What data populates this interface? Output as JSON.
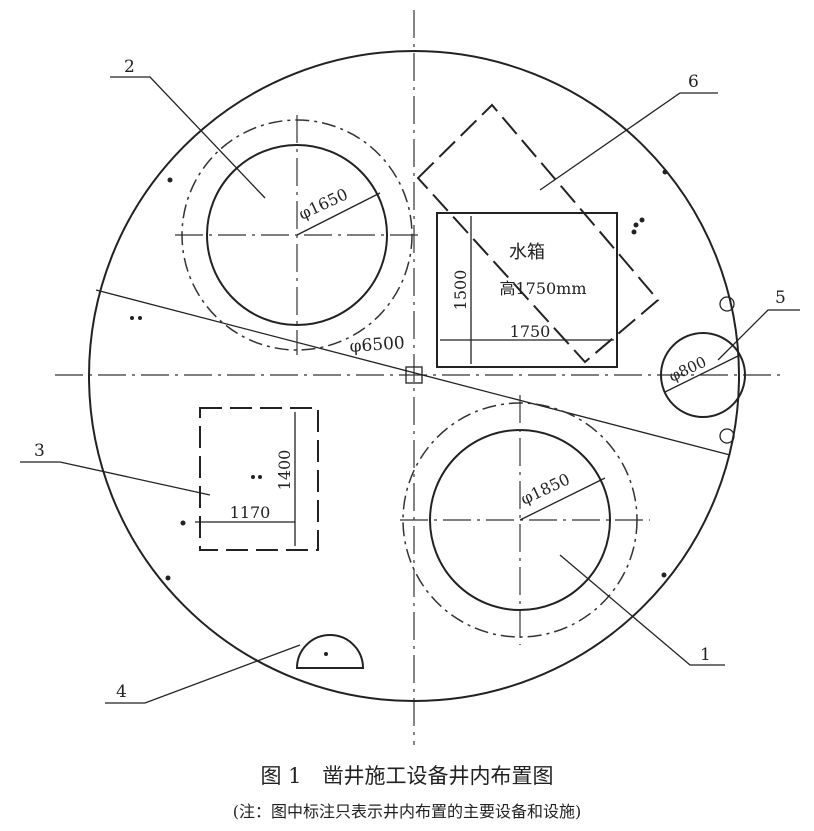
{
  "labels": {
    "l1": "1",
    "l2": "2",
    "l3": "3",
    "l4": "4",
    "l5": "5",
    "l6": "6"
  },
  "dims": {
    "d1650": "φ1650",
    "d1850": "φ1850",
    "d6500": "φ6500",
    "d800": "φ800",
    "tank_h": "1500",
    "tank_w": "1750",
    "rect3_h": "1400",
    "rect3_w": "1170"
  },
  "tank": {
    "name": "水箱",
    "height": "高1750mm"
  },
  "caption": {
    "title": "图 1　凿井施工设备井内布置图",
    "note": "(注：图中标注只表示井内布置的主要设备和设施)"
  }
}
